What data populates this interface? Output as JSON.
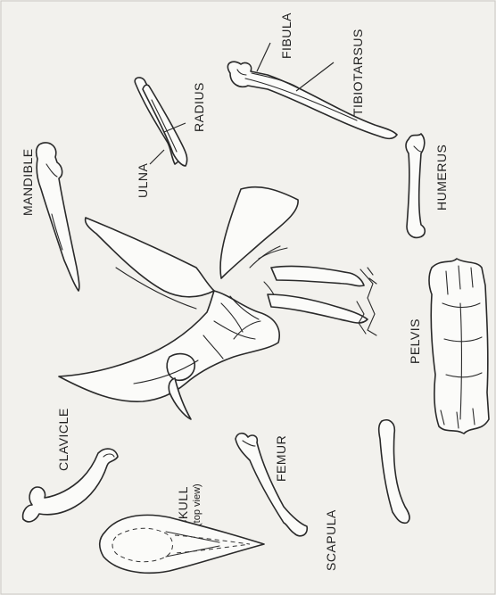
{
  "labels": {
    "fibula": "FIBULA",
    "tibiotarsus": "TIBIOTARSUS",
    "radius": "RADIUS",
    "ulna": "ULNA",
    "mandible": "MANDIBLE",
    "humerus": "HUMERUS",
    "pelvis": "PELVIS",
    "clavicle": "CLAVICLE",
    "skull": "SKULL",
    "skull_note": "(top view)",
    "femur": "FEMUR",
    "scapula": "SCAPULA"
  },
  "colors": {
    "background": "#f2f1ed",
    "bone_fill": "#fbfbf9",
    "outline": "#2a2a2a"
  }
}
